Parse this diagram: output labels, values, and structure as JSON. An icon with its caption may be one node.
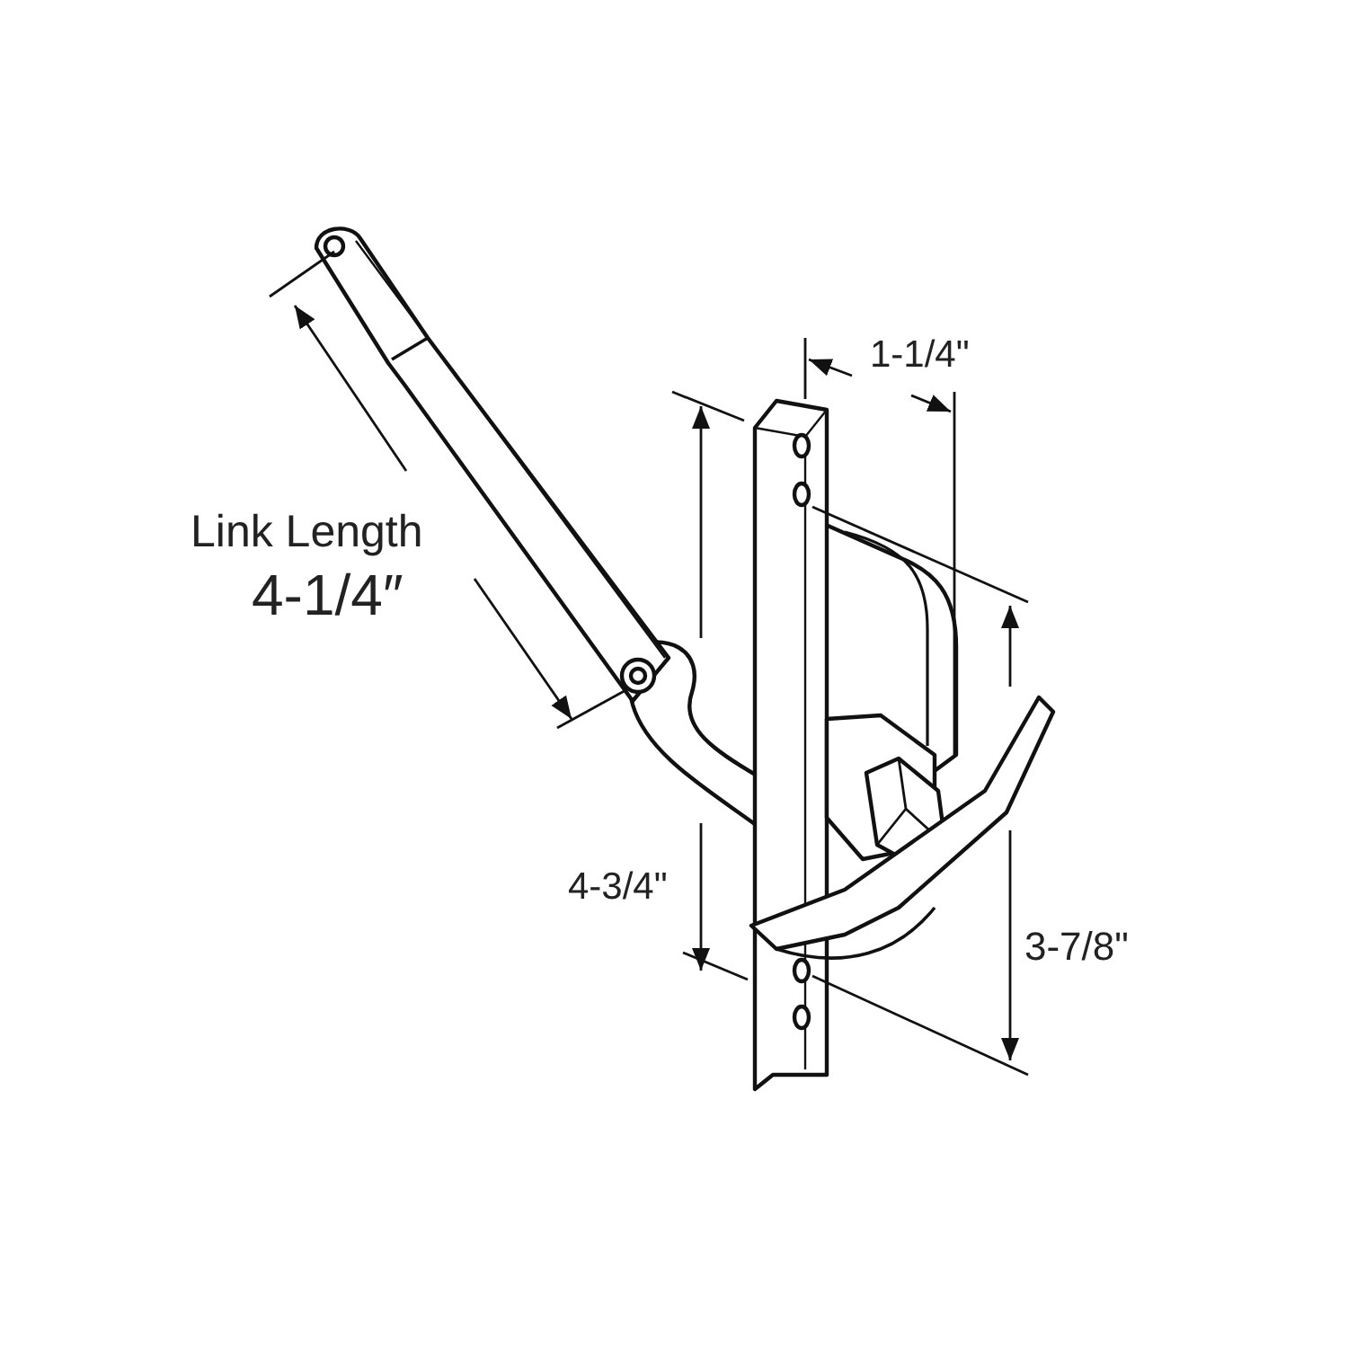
{
  "diagram": {
    "labels": [
      "1-1/4\"",
      "Link Length",
      "4-1/4″",
      "4-3/4\"",
      "3-7/8\""
    ]
  }
}
